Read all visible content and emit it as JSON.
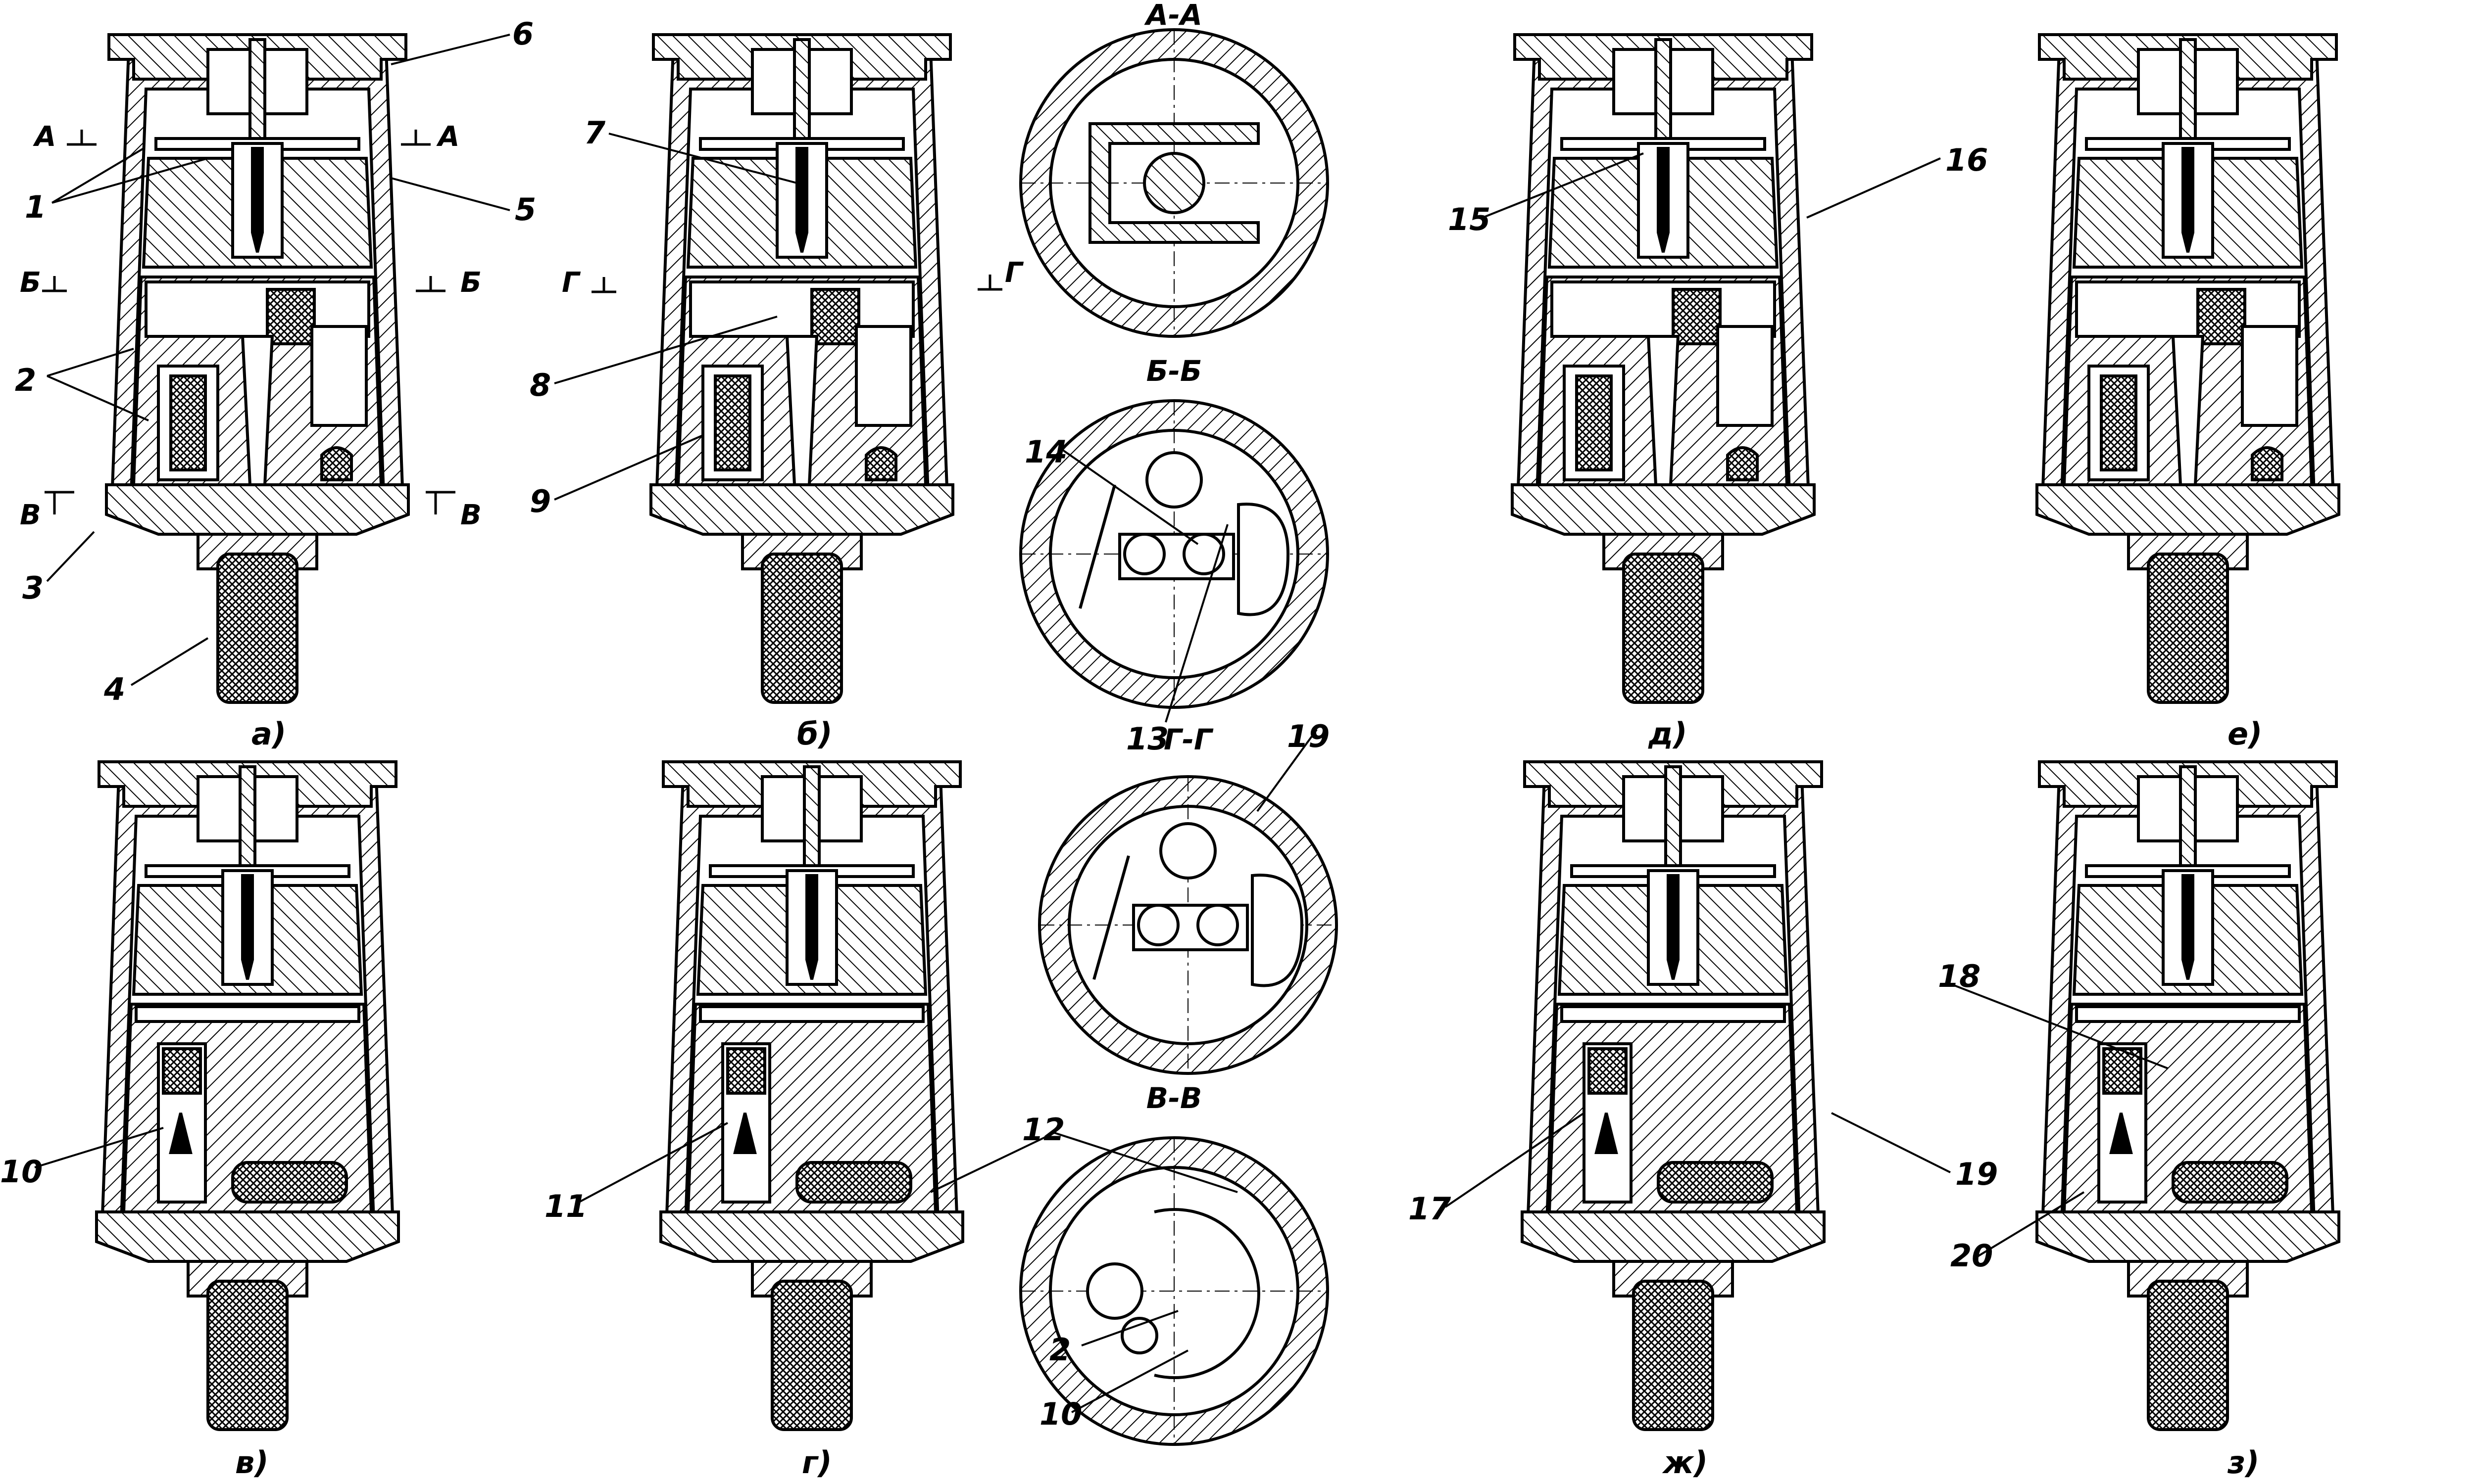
{
  "views": [
    {
      "id": "a",
      "caption": "а)"
    },
    {
      "id": "b",
      "caption": "б)"
    },
    {
      "id": "d",
      "caption": "д)"
    },
    {
      "id": "e",
      "caption": "е)"
    },
    {
      "id": "v",
      "caption": "в)"
    },
    {
      "id": "g",
      "caption": "г)"
    },
    {
      "id": "zh",
      "caption": "ж)"
    },
    {
      "id": "z",
      "caption": "з)"
    }
  ],
  "sections": {
    "aa": "А-А",
    "bb": "Б-Б",
    "gg": "Г-Г",
    "vv": "В-В"
  },
  "section_marks": {
    "a": "А",
    "b": "Б",
    "v": "В",
    "g": "Г"
  },
  "callouts": {
    "n1": "1",
    "n2": "2",
    "n3": "3",
    "n4": "4",
    "n5": "5",
    "n6": "6",
    "n7": "7",
    "n8": "8",
    "n9": "9",
    "n10": "10",
    "n11": "11",
    "n12": "12",
    "n13": "13",
    "n14": "14",
    "n15": "15",
    "n16": "16",
    "n17": "17",
    "n18": "18",
    "n19": "19",
    "n20": "20"
  },
  "colors": {
    "ink": "#000000",
    "paper": "#ffffff"
  }
}
